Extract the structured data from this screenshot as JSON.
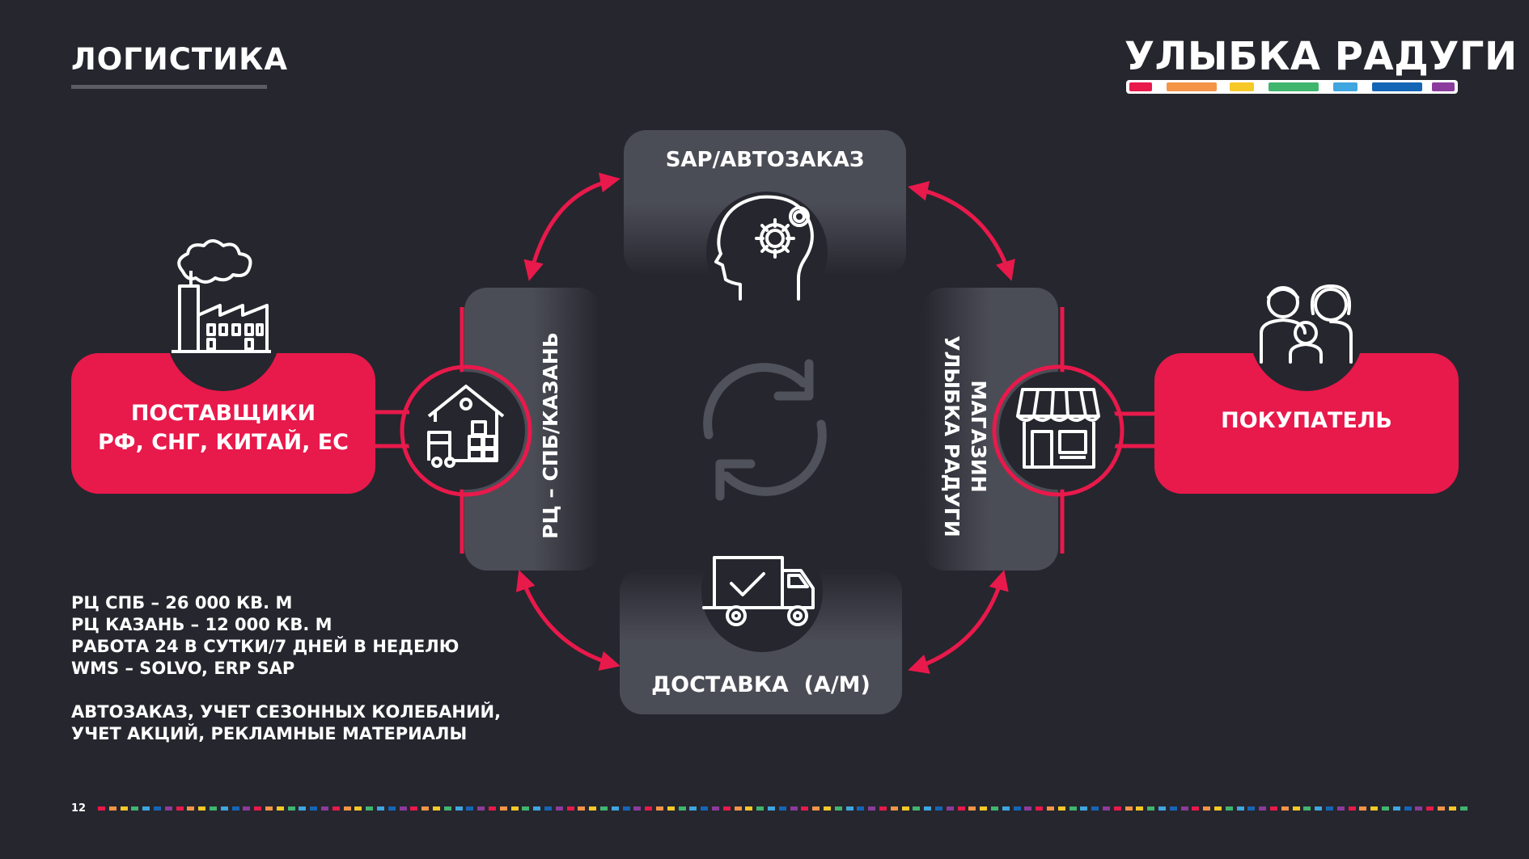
{
  "header": {
    "title": "ЛОГИСТИКА",
    "brand": "УЛЫБКА РАДУГИ"
  },
  "brand_colors": [
    "#e8194b",
    "#f39447",
    "#f7c928",
    "#3fb56e",
    "#3fa6e0",
    "#1565b6",
    "#8b3b9c"
  ],
  "accent": "#e8194b",
  "cycle": {
    "top": {
      "label": "SAP/АВТОЗАКАЗ",
      "icon": "brain-gear-icon"
    },
    "left": {
      "label": "РЦ – СПБ/КАЗАНЬ",
      "icon": "warehouse-icon"
    },
    "right": {
      "line1": "МАГАЗИН",
      "line2": "УЛЫБКА РАДУГИ",
      "icon": "storefront-icon"
    },
    "bottom": {
      "label": "ДОСТАВКА  (А/М)",
      "icon": "delivery-truck-icon"
    },
    "center_icon": "refresh-cycle-icon"
  },
  "suppliers": {
    "line1": "ПОСТАВЩИКИ",
    "line2": "РФ, СНГ, КИТАЙ, ЕС",
    "icon": "factory-icon"
  },
  "buyer": {
    "label": "ПОКУПАТЕЛЬ",
    "icon": "family-icon"
  },
  "notes": {
    "lines": [
      "РЦ СПБ – 26 000 КВ. М",
      "РЦ КАЗАНЬ – 12 000 КВ. М",
      "РАБОТА 24 В СУТКИ/7 ДНЕЙ В НЕДЕЛЮ",
      "WMS – SOLVO, ERP SAP"
    ],
    "extra": [
      "АВТОЗАКАЗ, УЧЕТ СЕЗОННЫХ КОЛЕБАНИЙ,",
      "УЧЕТ АКЦИЙ, РЕКЛАМНЫЕ МАТЕРИАЛЫ"
    ]
  },
  "footer": {
    "page": "12"
  }
}
